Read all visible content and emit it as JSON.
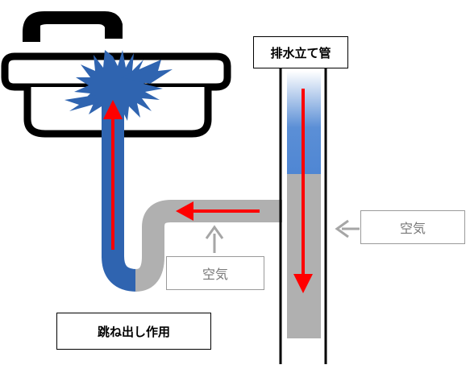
{
  "labels": {
    "stack_pipe": "排水立て管",
    "air_right": "空気",
    "air_bottom": "空気",
    "splash": "跳ね出し作用"
  },
  "colors": {
    "water": "#2f64b0",
    "pipe_air": "#b0b0b0",
    "flow_arrow": "#ff0000",
    "air_arrow": "#a6a6a6",
    "outline": "#000000"
  },
  "icons": {
    "splash": "water-splash-icon",
    "faucet": "faucet-icon",
    "basin": "wash-basin-icon"
  }
}
